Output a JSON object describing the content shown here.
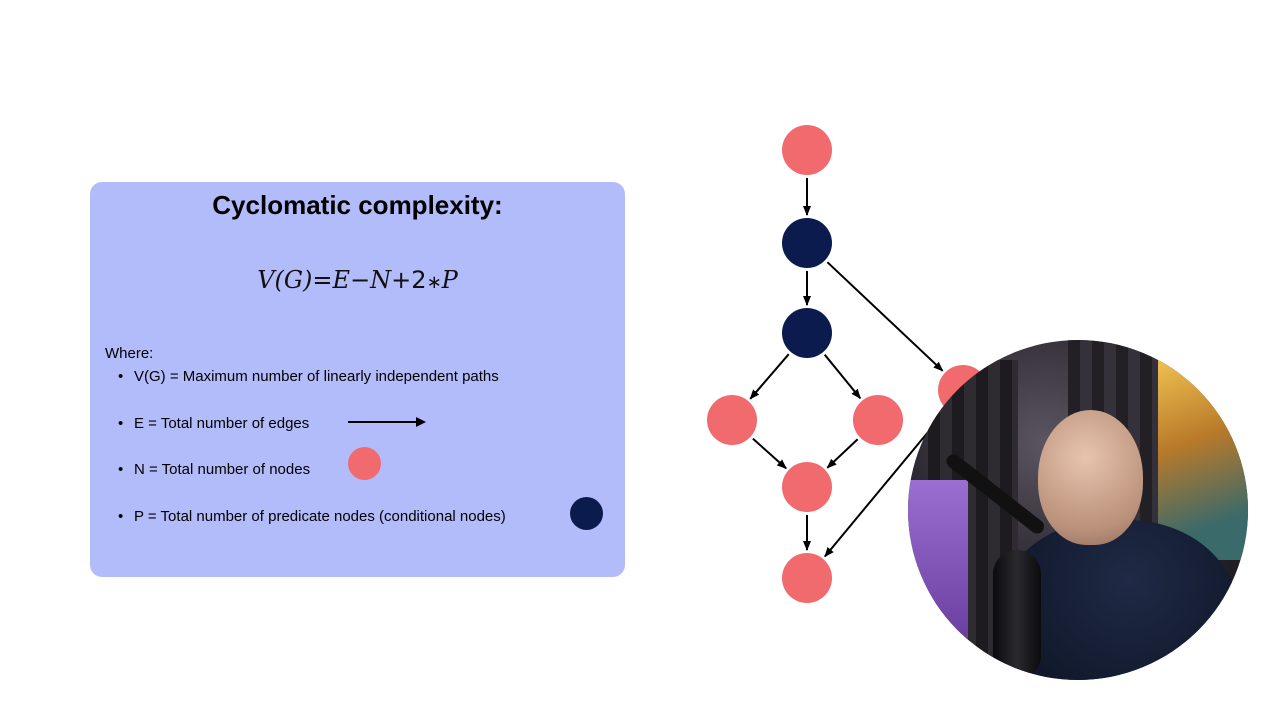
{
  "card": {
    "title": "Cyclomatic complexity:",
    "formula": {
      "lhs": "V(G)",
      "eq": "=",
      "E": "E",
      "minus": "−",
      "N": "N",
      "plus": "+",
      "two": "2",
      "times": "∗",
      "P": "P"
    },
    "where_label": "Where:",
    "bullets": [
      "V(G) = Maximum number of linearly independent paths",
      "E = Total number of edges",
      "N = Total number of nodes",
      "P = Total number of predicate nodes (conditional nodes)"
    ]
  },
  "colors": {
    "card_bg": "#b3bcfb",
    "node": "#f06a6e",
    "predicate": "#0b1b4d",
    "edge": "#000000"
  },
  "graph": {
    "nodes": [
      {
        "id": "n1",
        "kind": "node"
      },
      {
        "id": "n2",
        "kind": "predicate"
      },
      {
        "id": "n3",
        "kind": "predicate"
      },
      {
        "id": "n4",
        "kind": "node"
      },
      {
        "id": "n5",
        "kind": "node"
      },
      {
        "id": "n6",
        "kind": "node"
      },
      {
        "id": "n7",
        "kind": "node"
      },
      {
        "id": "n8",
        "kind": "node"
      }
    ],
    "edges": [
      [
        "n1",
        "n2"
      ],
      [
        "n2",
        "n3"
      ],
      [
        "n2",
        "n8"
      ],
      [
        "n3",
        "n4"
      ],
      [
        "n3",
        "n5"
      ],
      [
        "n4",
        "n6"
      ],
      [
        "n5",
        "n6"
      ],
      [
        "n6",
        "n7"
      ],
      [
        "n8",
        "n7"
      ]
    ]
  },
  "camera": {
    "icon": "presenter-webcam"
  }
}
